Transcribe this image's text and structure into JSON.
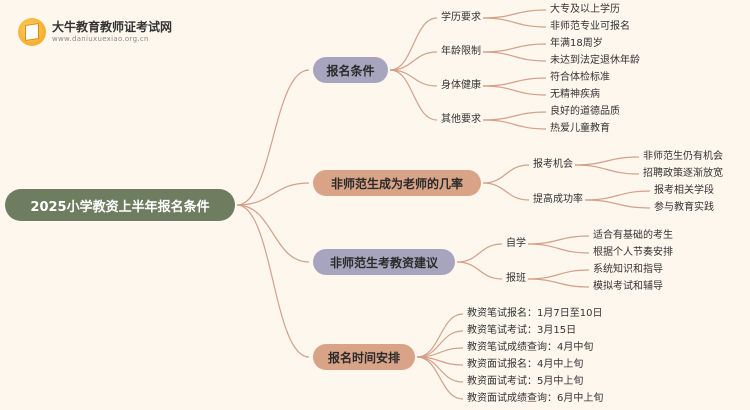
{
  "logo": {
    "name": "大牛教育教师证考试网",
    "url": "www.daniuxuexiao.org.cn"
  },
  "root": {
    "label": "2025小学教资上半年报名条件"
  },
  "branches": [
    {
      "label": "报名条件",
      "groups": [
        {
          "label": "学历要求",
          "items": [
            "大专及以上学历",
            "非师范专业可报名"
          ]
        },
        {
          "label": "年龄限制",
          "items": [
            "年满18周岁",
            "未达到法定退休年龄"
          ]
        },
        {
          "label": "身体健康",
          "items": [
            "符合体检标准",
            "无精神疾病"
          ]
        },
        {
          "label": "其他要求",
          "items": [
            "良好的道德品质",
            "热爱儿童教育"
          ]
        }
      ]
    },
    {
      "label": "非师范生成为老师的几率",
      "groups": [
        {
          "label": "报考机会",
          "items": [
            "非师范生仍有机会",
            "招聘政策逐渐放宽"
          ]
        },
        {
          "label": "提高成功率",
          "items": [
            "报考相关学段",
            "参与教育实践"
          ]
        }
      ]
    },
    {
      "label": "非师范生考教资建议",
      "groups": [
        {
          "label": "自学",
          "items": [
            "适合有基础的考生",
            "根据个人节奏安排"
          ]
        },
        {
          "label": "报班",
          "items": [
            "系统知识和指导",
            "模拟考试和辅导"
          ]
        }
      ]
    },
    {
      "label": "报名时间安排",
      "items": [
        "教资笔试报名：1月7日至10日",
        "教资笔试考试：3月15日",
        "教资笔试成绩查询：4月中旬",
        "教资面试报名：4月中上旬",
        "教资面试考试：5月中上旬",
        "教资面试成绩查询：6月中上旬"
      ]
    }
  ],
  "colors": {
    "root_bg": "#6e7c5f",
    "branch_purple": "#a7a5be",
    "branch_orange": "#d9a387",
    "line": "#d4a089"
  }
}
